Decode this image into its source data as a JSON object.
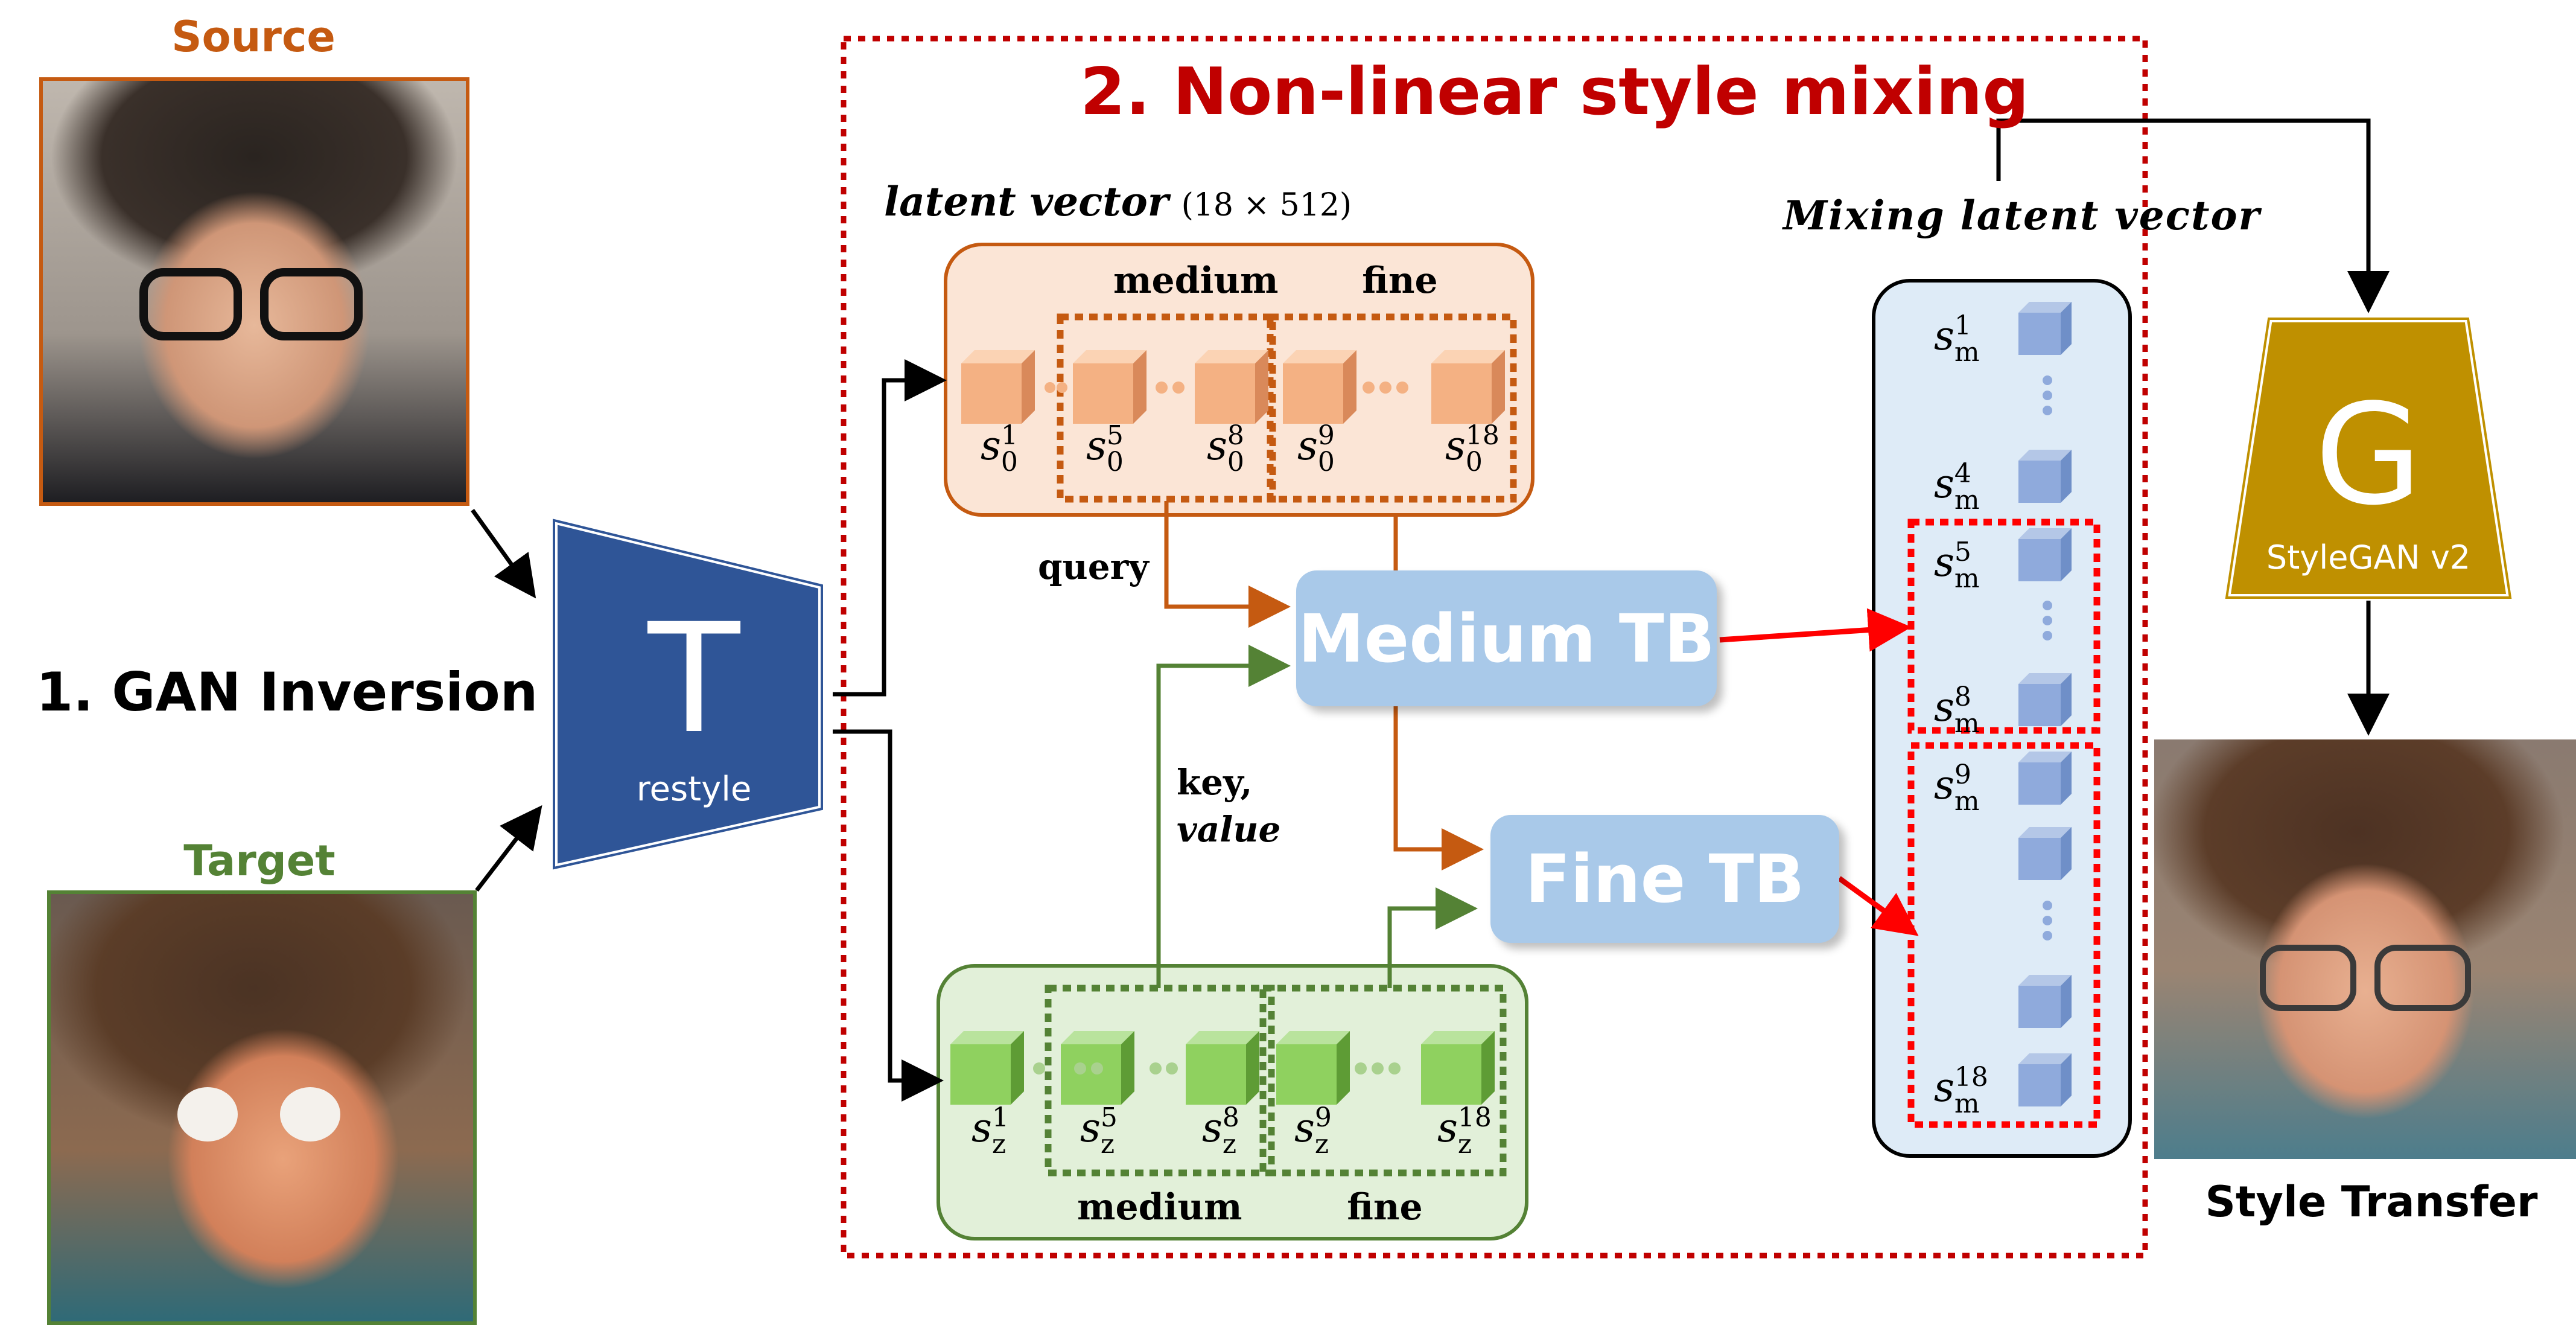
{
  "titles": {
    "source": "Source",
    "target": "Target",
    "gan_inversion": "1. GAN Inversion",
    "style_mixing": "2. Non-linear style mixing",
    "style_transfer": "Style Transfer"
  },
  "encoder": {
    "letter": "T",
    "name": "restyle"
  },
  "generator": {
    "letter": "G",
    "name": "StyleGAN v2"
  },
  "latent": {
    "label": "latent vector",
    "dims": "(18 × 512)",
    "medium": "medium",
    "fine": "fine"
  },
  "mixing_label": "Mixing latent vector",
  "blocks": {
    "medium": "Medium TB",
    "fine": "Fine TB"
  },
  "edges": {
    "query": "query",
    "key": "key,",
    "value": "value"
  },
  "subscripts": {
    "top": [
      "s",
      "0"
    ],
    "bottom": [
      "s",
      "z"
    ],
    "mix": [
      "s",
      "m"
    ]
  },
  "indices": {
    "top": [
      "1",
      "5",
      "8",
      "9",
      "18"
    ],
    "bottom": [
      "1",
      "5",
      "8",
      "9",
      "18"
    ],
    "mix": [
      "1",
      "4",
      "5",
      "8",
      "9",
      "18"
    ]
  },
  "colors": {
    "orange": "#c55a11",
    "green": "#548235",
    "navy": "#2f5597",
    "red": "#c00000",
    "gold": "#bf9000",
    "tb_blue": "#a9c9e9",
    "cube_blue": "#8faadc"
  }
}
